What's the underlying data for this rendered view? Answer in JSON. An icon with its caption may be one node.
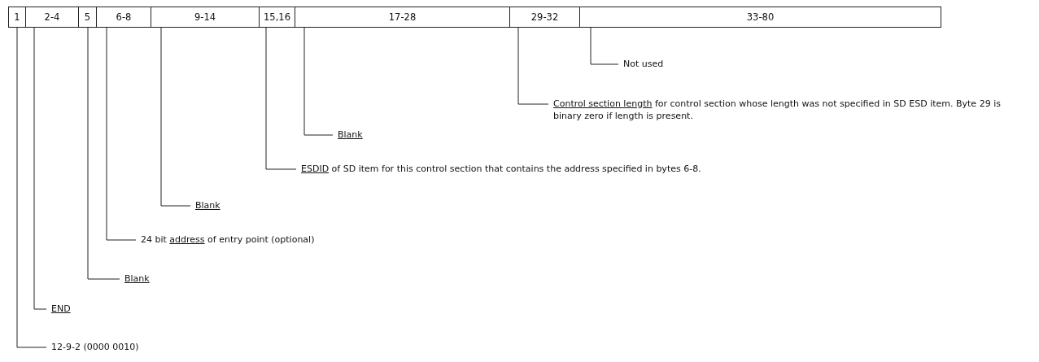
{
  "diagram": {
    "nodes": [
      {
        "text": [
          "1"
        ]
      },
      {
        "text": [
          "2-4"
        ]
      },
      {
        "text": [
          "5"
        ]
      },
      {
        "text": [
          "6-8"
        ]
      },
      {
        "text": [
          "9-14"
        ]
      },
      {
        "text": [
          "15,16"
        ]
      },
      {
        "text": [
          "17-28"
        ]
      },
      {
        "text": [
          "29-32"
        ]
      },
      {
        "text": [
          "33-80"
        ]
      },
      {
        "text": [
          "Not used"
        ]
      },
      {
        "text": [
          "Control section length for control section whose length was not specified in SD ESD item.  Byte 29 is binary zero if length is present."
        ]
      },
      {
        "text": [
          "Blank"
        ]
      },
      {
        "text": [
          "ESDID of SD item for this control section that contains the address specified in bytes 6-8."
        ]
      },
      {
        "text": [
          "Blank"
        ]
      },
      {
        "text": [
          "24 bit address of entry point (optional)"
        ]
      },
      {
        "text": [
          "Blank"
        ]
      },
      {
        "text": [
          "END"
        ]
      },
      {
        "text": [
          "12-9-2 (0000 0010)"
        ]
      }
    ],
    "edges": [
      {
        "from": 9,
        "to": 8,
        "arrow": "none"
      },
      {
        "from": 10,
        "to": 7,
        "arrow": "none"
      },
      {
        "from": 11,
        "to": 6,
        "arrow": "none"
      },
      {
        "from": 12,
        "to": 5,
        "arrow": "none"
      },
      {
        "from": 13,
        "to": 4,
        "arrow": "none"
      },
      {
        "from": 14,
        "to": 3,
        "arrow": "none"
      },
      {
        "from": 15,
        "to": 2,
        "arrow": "none"
      },
      {
        "from": 16,
        "to": 1,
        "arrow": "none"
      },
      {
        "from": 17,
        "to": 0,
        "arrow": "none"
      }
    ]
  }
}
